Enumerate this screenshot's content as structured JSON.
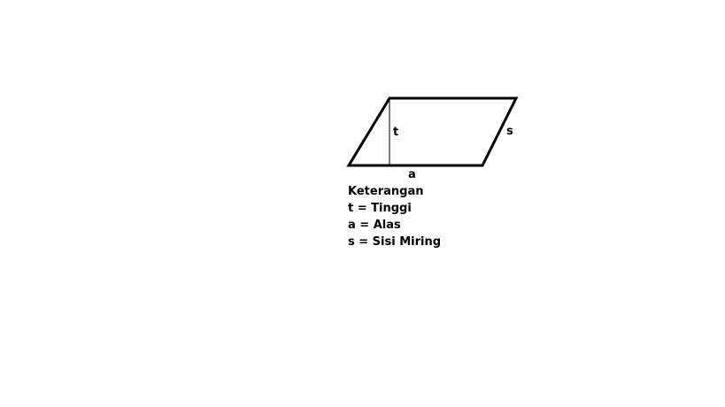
{
  "diagram": {
    "labels": {
      "height": "t",
      "base": "a",
      "slant": "s"
    },
    "legend": {
      "title": "Keterangan",
      "lines": [
        "t = Tinggi",
        "a = Alas",
        "s = Sisi Miring"
      ]
    },
    "colors": {
      "stroke": "#000000",
      "background": "#ffffff"
    }
  }
}
